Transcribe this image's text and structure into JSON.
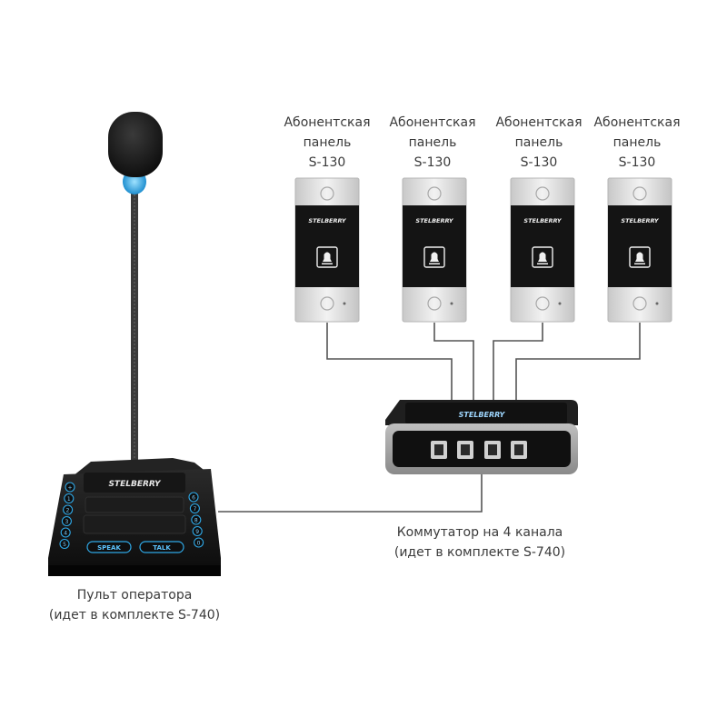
{
  "brand": "STELBERRY",
  "panels": [
    {
      "line1": "Абонентская",
      "line2": "панель",
      "model": "S-130"
    },
    {
      "line1": "Абонентская",
      "line2": "панель",
      "model": "S-130"
    },
    {
      "line1": "Абонентская",
      "line2": "панель",
      "model": "S-130"
    },
    {
      "line1": "Абонентская",
      "line2": "панель",
      "model": "S-130"
    }
  ],
  "panel_icon": "bell-icon",
  "switch_label": {
    "line1": "Коммутатор на 4 канала",
    "line2": "(идет в комплекте S-740)"
  },
  "console_label": {
    "line1": "Пульт оператора",
    "line2": "(идет в комплекте S-740)"
  },
  "console_buttons": {
    "left": [
      "+",
      "1",
      "2",
      "3",
      "4",
      "5"
    ],
    "right": [
      "6",
      "7",
      "8",
      "9",
      "0"
    ],
    "speak": "SPEAK",
    "talk": "TALK"
  },
  "colors": {
    "console_glow": "#2fa8e6",
    "body_dark": "#1b1b1b",
    "panel_silver": "#dcdcdc",
    "cable": "#555555",
    "text": "#3a3a3a"
  }
}
